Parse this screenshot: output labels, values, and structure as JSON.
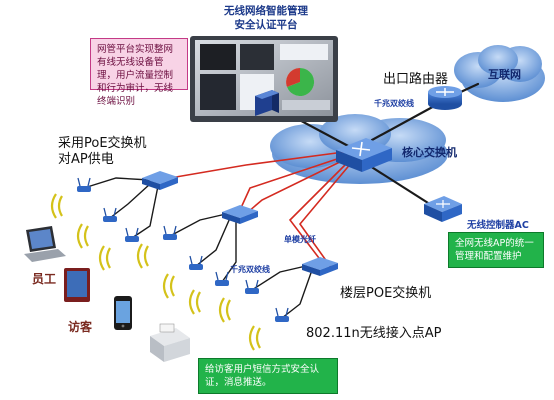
{
  "platform": {
    "title_line1": "无线网络智能管理",
    "title_line2": "安全认证平台"
  },
  "note_mgmt": "网管平台实现整网有线无线设备管理，用户流量控制和行为审计，无线终端识别",
  "labels": {
    "exit_router": "出口路由器",
    "internet": "互联网",
    "gigabit_twisted_top": "千兆双绞线",
    "core_switch": "核心交换机",
    "poe_switch_line1": "采用PoE交换机",
    "poe_switch_line2": "对AP供电",
    "wireless_controller": "无线控制器AC",
    "single_mode_fiber": "单模光纤",
    "gigabit_twisted_bottom": "千兆双绞线",
    "floor_poe_switch": "楼层POE交换机",
    "ap_label": "802.11n无线接入点AP",
    "employee": "员工",
    "visitor": "访客"
  },
  "note_ac": "全网无线AP的统一管理和配置维护",
  "note_sms": "给访客用户短信方式安全认证，消息推送。",
  "colors": {
    "cloud": "#6f9fde",
    "link_red": "#d42a20",
    "link_black": "#1a1a1a",
    "device_blue": "#2f67c5"
  }
}
